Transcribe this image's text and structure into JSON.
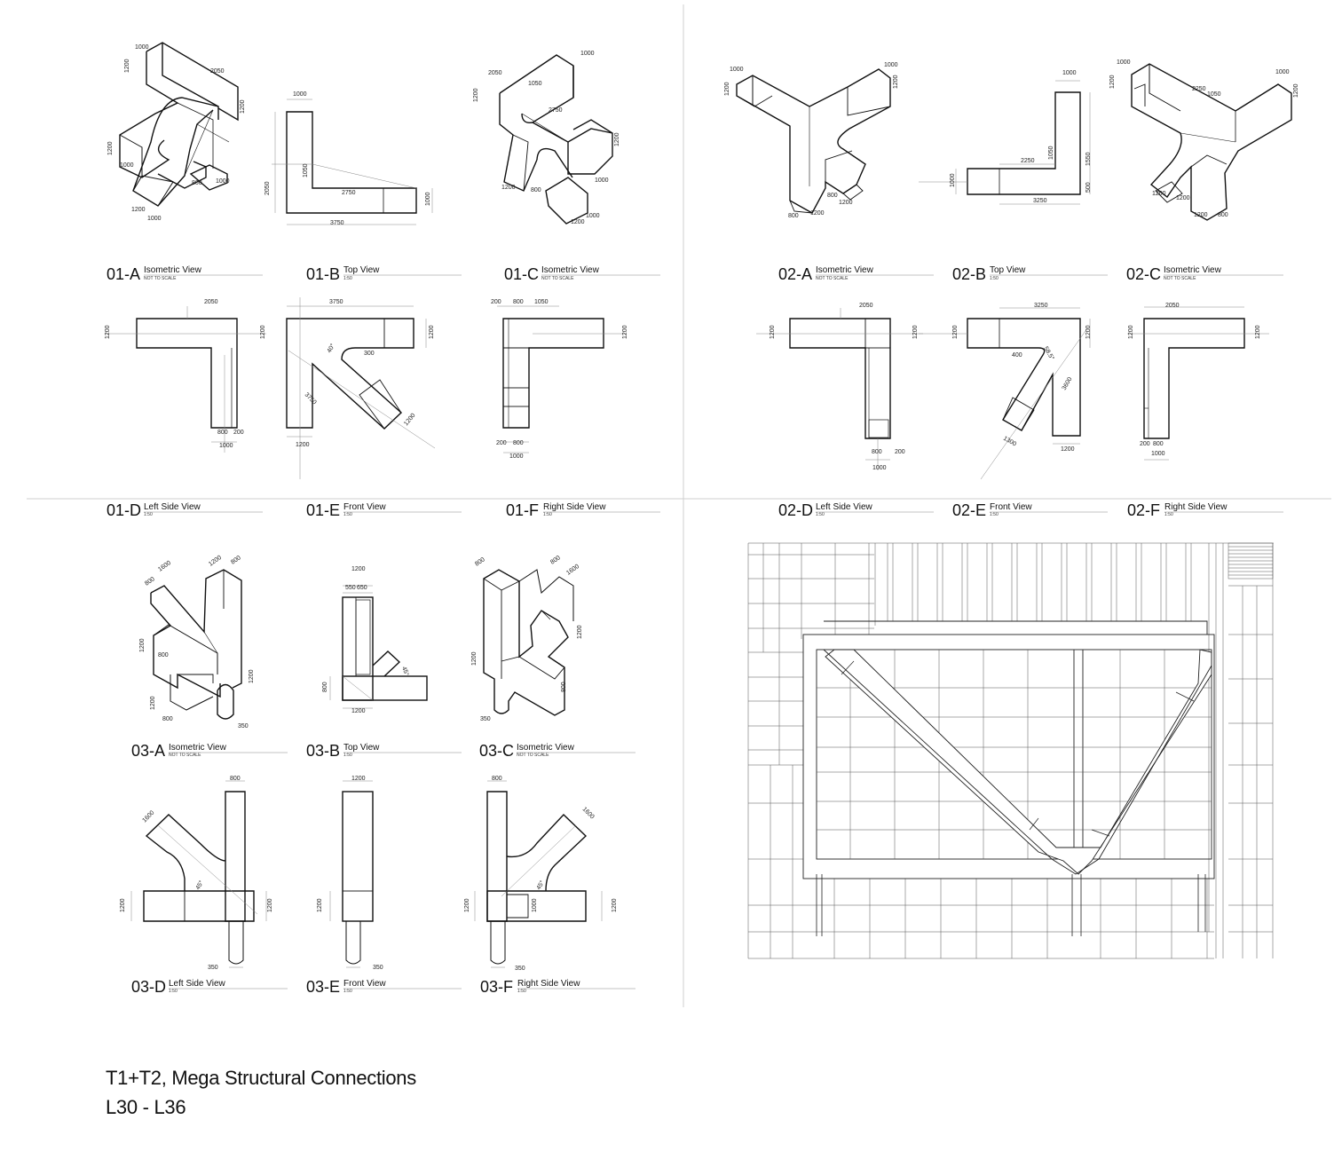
{
  "title": {
    "line1": "T1+T2, Mega Structural Connections",
    "line2": "L30 - L36"
  },
  "panels": [
    {
      "code": "01-A",
      "view": "Isometric View",
      "scale": "NOT TO SCALE"
    },
    {
      "code": "01-B",
      "view": "Top View",
      "scale": "1:50"
    },
    {
      "code": "01-C",
      "view": "Isometric View",
      "scale": "NOT TO SCALE"
    },
    {
      "code": "01-D",
      "view": "Left Side View",
      "scale": "1:50"
    },
    {
      "code": "01-E",
      "view": "Front View",
      "scale": "1:50"
    },
    {
      "code": "01-F",
      "view": "Right Side View",
      "scale": "1:50"
    },
    {
      "code": "02-A",
      "view": "Isometric View",
      "scale": "NOT TO SCALE"
    },
    {
      "code": "02-B",
      "view": "Top View",
      "scale": "1:50"
    },
    {
      "code": "02-C",
      "view": "Isometric View",
      "scale": "NOT TO SCALE"
    },
    {
      "code": "02-D",
      "view": "Left Side View",
      "scale": "1:50"
    },
    {
      "code": "02-E",
      "view": "Front View",
      "scale": "1:50"
    },
    {
      "code": "02-F",
      "view": "Right Side View",
      "scale": "1:50"
    },
    {
      "code": "03-A",
      "view": "Isometric View",
      "scale": "NOT TO SCALE"
    },
    {
      "code": "03-B",
      "view": "Top View",
      "scale": "1:50"
    },
    {
      "code": "03-C",
      "view": "Isometric View",
      "scale": "NOT TO SCALE"
    },
    {
      "code": "03-D",
      "view": "Left Side View",
      "scale": "1:50"
    },
    {
      "code": "03-E",
      "view": "Front View",
      "scale": "1:50"
    },
    {
      "code": "03-F",
      "view": "Right Side View",
      "scale": "1:50"
    }
  ],
  "dims": {
    "d200": "200",
    "d300": "300",
    "d350": "350",
    "d400": "400",
    "d500": "500",
    "d550": "550",
    "d650": "650",
    "d800": "800",
    "d1000": "1000",
    "d1050": "1050",
    "d1200": "1200",
    "d1300": "1300",
    "d1550": "1550",
    "d1600": "1600",
    "d2050": "2050",
    "d2250": "2250",
    "d2750": "2750",
    "d3250": "3250",
    "d3600": "3600",
    "d3750": "3750",
    "a40": "40°",
    "a45": "45°",
    "a58": "58.5°"
  }
}
